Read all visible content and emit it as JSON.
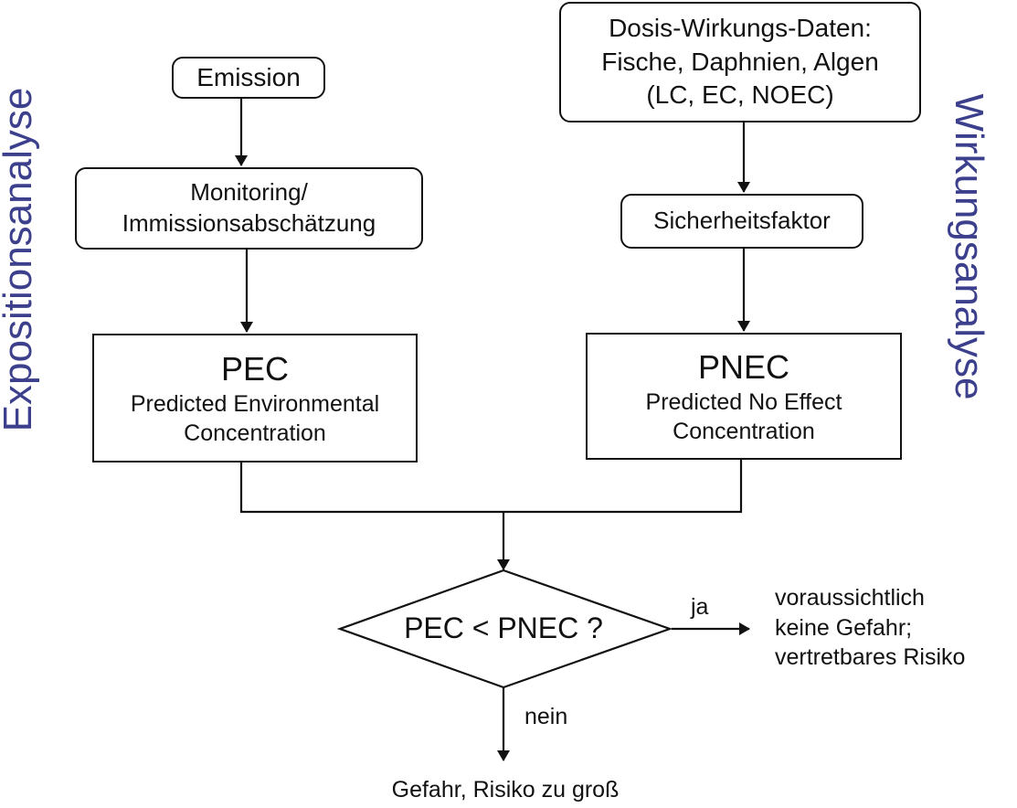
{
  "side_labels": {
    "left": "Expositionsanalyse",
    "right": "Wirkungsanalyse"
  },
  "nodes": {
    "emission": "Emission",
    "monitoring": [
      "Monitoring/",
      "Immissionsabschätzung"
    ],
    "pec": {
      "title": "PEC",
      "lines": [
        "Predicted Environmental",
        "Concentration"
      ]
    },
    "dose_response": [
      "Dosis-Wirkungs-Daten:",
      "Fische, Daphnien, Algen",
      "(LC, EC, NOEC)"
    ],
    "safety_factor": "Sicherheitsfaktor",
    "pnec": {
      "title": "PNEC",
      "lines": [
        "Predicted No Effect",
        "Concentration"
      ]
    },
    "decision": "PEC < PNEC ?"
  },
  "branches": {
    "yes_label": "ja",
    "yes_result": [
      "voraussichtlich",
      "keine Gefahr;",
      "vertretbares Risiko"
    ],
    "no_label": "nein",
    "no_result": "Gefahr, Risiko zu groß"
  }
}
